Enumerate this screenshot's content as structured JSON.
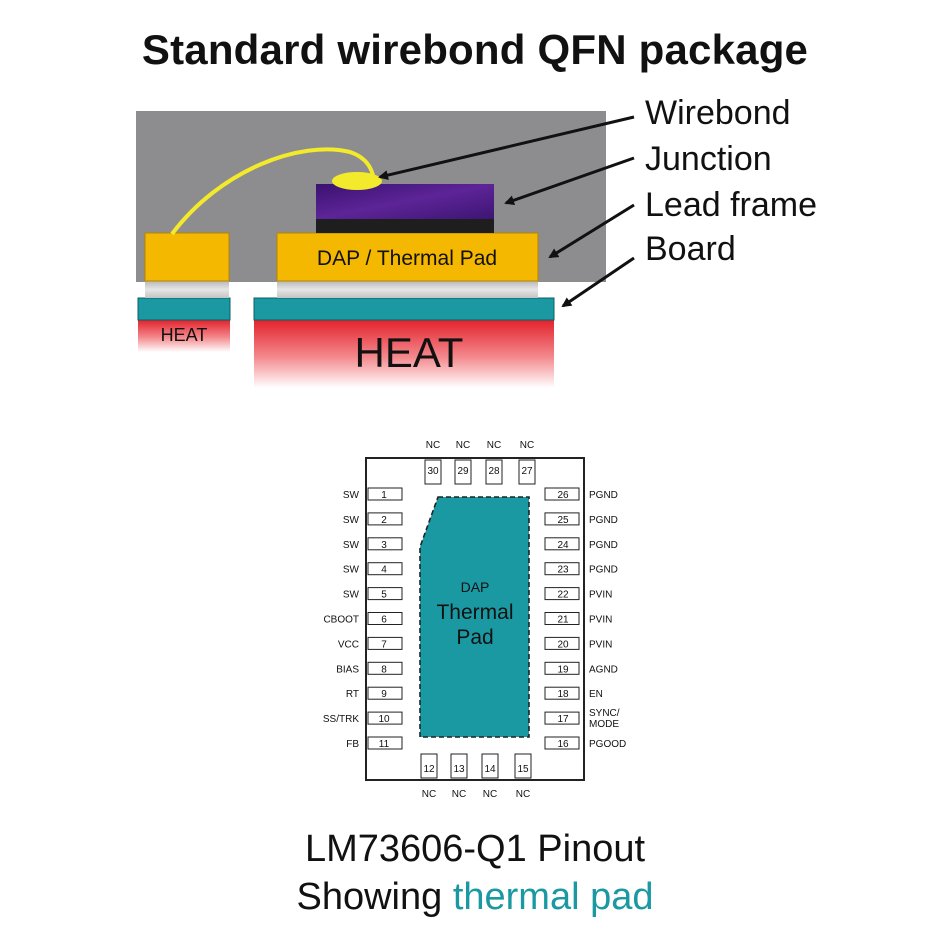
{
  "title": "Standard wirebond QFN package",
  "package": {
    "callouts": [
      "Wirebond",
      "Junction",
      "Lead frame",
      "Board"
    ],
    "pad_label": "DAP / Thermal Pad",
    "heat_large": "HEAT",
    "heat_small": "HEAT"
  },
  "pinout": {
    "pad_labels": [
      "DAP",
      "Thermal",
      "Pad"
    ],
    "top_pins": [
      {
        "num": "30",
        "name": "NC"
      },
      {
        "num": "29",
        "name": "NC"
      },
      {
        "num": "28",
        "name": "NC"
      },
      {
        "num": "27",
        "name": "NC"
      }
    ],
    "bottom_pins": [
      {
        "num": "12",
        "name": "NC"
      },
      {
        "num": "13",
        "name": "NC"
      },
      {
        "num": "14",
        "name": "NC"
      },
      {
        "num": "15",
        "name": "NC"
      }
    ],
    "left_pins": [
      {
        "num": "1",
        "name": "SW"
      },
      {
        "num": "2",
        "name": "SW"
      },
      {
        "num": "3",
        "name": "SW"
      },
      {
        "num": "4",
        "name": "SW"
      },
      {
        "num": "5",
        "name": "SW"
      },
      {
        "num": "6",
        "name": "CBOOT"
      },
      {
        "num": "7",
        "name": "VCC"
      },
      {
        "num": "8",
        "name": "BIAS"
      },
      {
        "num": "9",
        "name": "RT"
      },
      {
        "num": "10",
        "name": "SS/TRK"
      },
      {
        "num": "11",
        "name": "FB"
      }
    ],
    "right_pins": [
      {
        "num": "26",
        "name": "PGND"
      },
      {
        "num": "25",
        "name": "PGND"
      },
      {
        "num": "24",
        "name": "PGND"
      },
      {
        "num": "23",
        "name": "PGND"
      },
      {
        "num": "22",
        "name": "PVIN"
      },
      {
        "num": "21",
        "name": "PVIN"
      },
      {
        "num": "20",
        "name": "PVIN"
      },
      {
        "num": "19",
        "name": "AGND"
      },
      {
        "num": "18",
        "name": "EN"
      },
      {
        "num": "17",
        "name": "SYNC/\nMODE"
      },
      {
        "num": "16",
        "name": "PGOOD"
      }
    ]
  },
  "caption": {
    "line1": "LM73606-Q1 Pinout",
    "line2_prefix": "Showing ",
    "line2_accent": "thermal pad"
  },
  "colors": {
    "mold": "#8d8d8f",
    "lead_frame": "#f5b800",
    "die": "#4b1a80",
    "board": "#1a99a3",
    "wire": "#f2ea2a",
    "accent_text": "#1a99a3"
  }
}
